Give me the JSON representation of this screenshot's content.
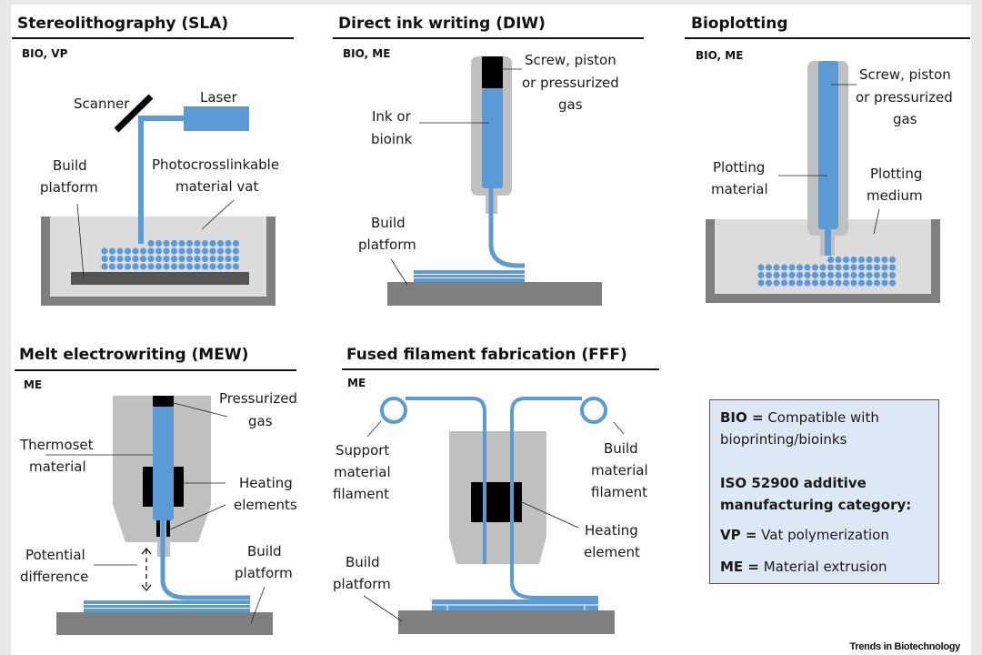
{
  "colors": {
    "blue": "#5b9bd5",
    "gray_light": "#c0c0c0",
    "gray_vat": "#dcdcdc",
    "gray_dark": "#7f7f7f",
    "platform": "#555555",
    "black": "#000000",
    "legend_bg": "#dde8f4"
  },
  "panels": {
    "sla": {
      "title": "Stereolithography (SLA)",
      "category": "BIO, VP",
      "labels": {
        "scanner": "Scanner",
        "laser": "Laser",
        "build1": "Build",
        "build2": "platform",
        "vat1": "Photocrosslinkable",
        "vat2": "material vat"
      }
    },
    "diw": {
      "title": "Direct ink writing (DIW)",
      "category": "BIO, ME",
      "labels": {
        "screw1": "Screw, piston",
        "screw2": "or pressurized",
        "screw3": "gas",
        "ink1": "Ink or",
        "ink2": "bioink",
        "build1": "Build",
        "build2": "platform"
      }
    },
    "bioplotting": {
      "title": "Bioplotting",
      "category": "BIO, ME",
      "labels": {
        "screw1": "Screw, piston",
        "screw2": "or pressurized",
        "screw3": "gas",
        "mat1": "Plotting",
        "mat2": "material",
        "med1": "Plotting",
        "med2": "medium"
      }
    },
    "mew": {
      "title": "Melt electrowriting (MEW)",
      "category": "ME",
      "labels": {
        "gas1": "Pressurized",
        "gas2": "gas",
        "thermo1": "Thermoset",
        "thermo2": "material",
        "heat1": "Heating",
        "heat2": "elements",
        "pot1": "Potential",
        "pot2": "difference",
        "build1": "Build",
        "build2": "platform"
      }
    },
    "fff": {
      "title": "Fused filament fabrication (FFF)",
      "category": "ME",
      "labels": {
        "sup1": "Support",
        "sup2": "material",
        "sup3": "filament",
        "bm1": "Build",
        "bm2": "material",
        "bm3": "filament",
        "heat1": "Heating",
        "heat2": "element",
        "build1": "Build",
        "build2": "platform"
      }
    }
  },
  "legend": {
    "bio_key": "BIO =",
    "bio_val1": " Compatible with",
    "bio_val2": "bioprinting/bioinks",
    "iso1": "ISO 52900 additive",
    "iso2": "manufacturing category:",
    "vp_key": "VP =",
    "vp_val": " Vat polymerization",
    "me_key": "ME =",
    "me_val": " Material extrusion"
  },
  "credit": "Trends in Biotechnology"
}
